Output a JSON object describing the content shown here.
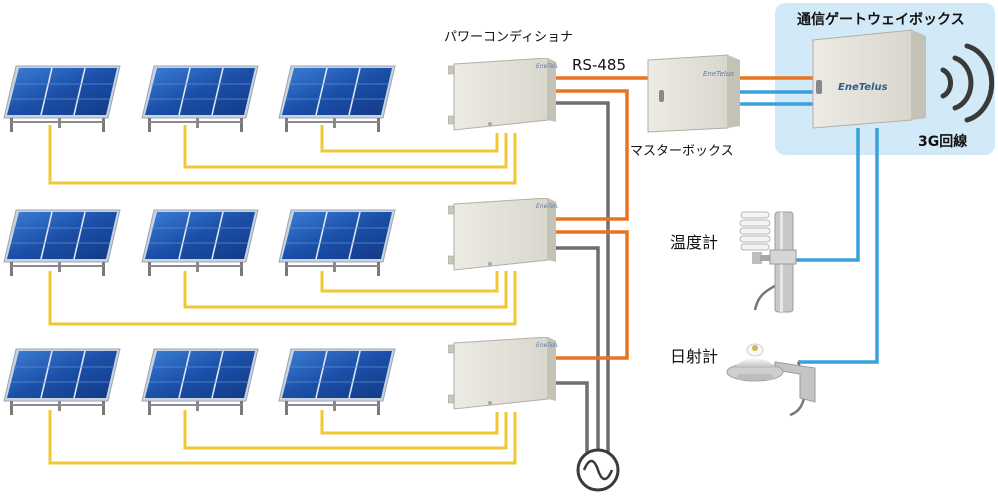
{
  "labels": {
    "power_conditioner": "パワーコンディショナ",
    "rs485": "RS-485",
    "master_box": "マスターボックス",
    "gateway_box": "通信ゲートウェイボックス",
    "line_3g": "3G回線",
    "thermometer": "温度計",
    "pyranometer": "日射計"
  },
  "brand": {
    "name": "EneTelus"
  },
  "colors": {
    "pv_wire": "#f2c832",
    "rs485_wire": "#e8741e",
    "ac_wire": "#6e6e6e",
    "signal_wire": "#3aa0dc",
    "gateway_bg": "#d2e9f8",
    "panel_cell": "#1b4fa8"
  },
  "icons": [
    "solar-panel-icon",
    "inverter-icon",
    "cabinet-icon",
    "wireless-signal-icon",
    "thermometer-sensor-icon",
    "pyranometer-sensor-icon",
    "ac-grid-icon"
  ]
}
